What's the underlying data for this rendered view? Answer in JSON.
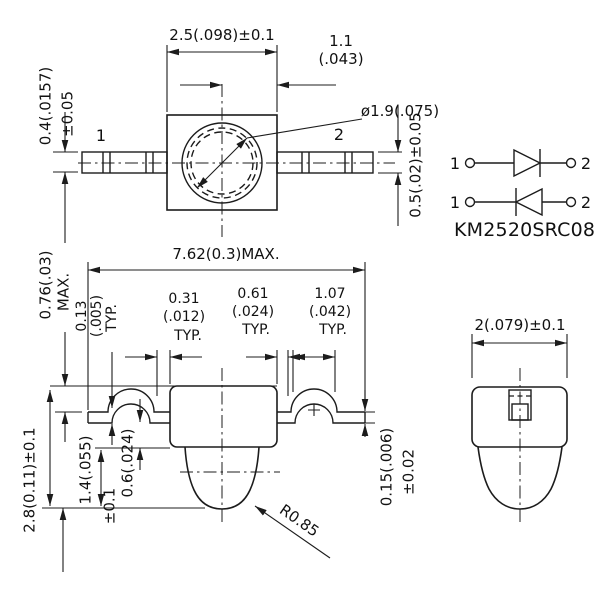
{
  "top_view": {
    "body_width": "2.5(.098)±0.1",
    "center_offset": "1.1",
    "center_offset_in": "(.043)",
    "lens_dia": "ø1.9(.075)",
    "lead_width": "0.4(.0157)",
    "lead_width_tol": "±0.05",
    "lead_thickness": "0.5(.02)±0.05",
    "pin1": "1",
    "pin2": "2"
  },
  "schematic": {
    "d1_left": "1",
    "d1_right": "2",
    "d2_left": "1",
    "d2_right": "2",
    "part_number": "KM2520SRC08"
  },
  "side_view": {
    "total_width": "7.62(0.3)MAX.",
    "standoff": "0.76(.03)",
    "standoff_suffix": "MAX.",
    "lead_thk": "0.13",
    "lead_thk_in": "(.005)",
    "lead_thk_typ": "TYP.",
    "gap1": "0.31",
    "gap1_in": "(.012)",
    "gap1_typ": "TYP.",
    "gap2": "0.61",
    "gap2_in": "(.024)",
    "gap2_typ": "TYP.",
    "hump": "1.07",
    "hump_in": "(.042)",
    "hump_typ": "TYP.",
    "height": "2.8(0.11)±0.1",
    "dome_height": "1.4(.055)",
    "dome_height_tol": "±0.1",
    "clearance": "0.6(.024)",
    "foot_thk": "0.15(.006)",
    "foot_thk_tol": "±0.02",
    "radius": "R0.85"
  },
  "end_view": {
    "width": "2(.079)±0.1"
  },
  "colors": {
    "line": "#1c1c1c",
    "background": "#ffffff"
  }
}
